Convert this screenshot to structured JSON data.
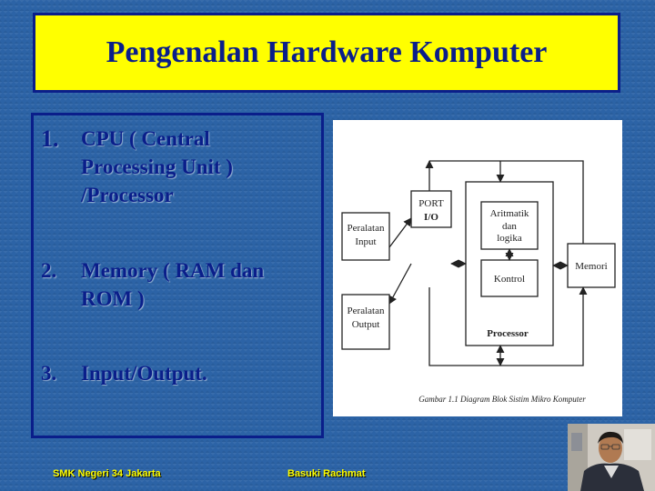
{
  "slide": {
    "title": "Pengenalan Hardware Komputer",
    "items": [
      {
        "number": "1.",
        "text": "CPU ( Central Processing Unit ) /Processor"
      },
      {
        "number": "2.",
        "text": "Memory ( RAM dan ROM )"
      },
      {
        "number": "3.",
        "text": "Input/Output."
      }
    ]
  },
  "diagram": {
    "input_line1": "Peralatan",
    "input_line2": "Input",
    "output_line1": "Peralatan",
    "output_line2": "Output",
    "port_line1": "PORT",
    "port_line2": "I/O",
    "alu_line1": "Aritmatik",
    "alu_line2": "dan",
    "alu_line3": "logika",
    "control": "Kontrol",
    "processor": "Processor",
    "memory": "Memori",
    "caption": "Gambar 1.1 Diagram Blok Sistim Mikro Komputer"
  },
  "footer": {
    "left": "SMK Negeri 34 Jakarta",
    "right": "Basuki Rachmat"
  },
  "colors": {
    "background": "#2c63a6",
    "title_fill": "#ffff00",
    "text": "#0a1e8a",
    "footer_text": "#ffff00"
  }
}
